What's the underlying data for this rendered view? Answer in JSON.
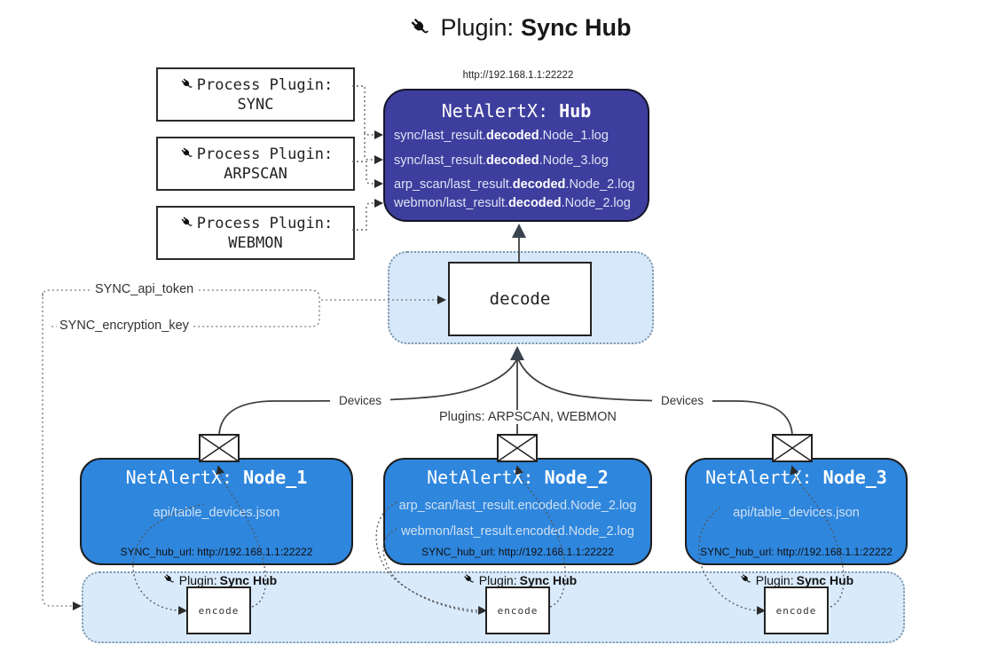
{
  "title": {
    "prefix": "Plugin: ",
    "name": "Sync Hub"
  },
  "icons": {
    "title_icon": "plug-icon",
    "process_plugin_icon": "plug-icon",
    "encoder_icon": "plug-icon",
    "node_message_icon": "envelope-icon"
  },
  "colors": {
    "hub_bg": "#3e3e9e",
    "node_bg": "#2e86dd",
    "container_bg": "#d9eafb",
    "container_border": "#7c96aa",
    "text_dark": "#222222",
    "text_light": "#ffffff",
    "node_file_text": "#cfe0f2"
  },
  "process_plugins": [
    {
      "label": "Process Plugin:",
      "name": "SYNC"
    },
    {
      "label": "Process Plugin:",
      "name": "ARPSCAN"
    },
    {
      "label": "Process Plugin:",
      "name": "WEBMON"
    }
  ],
  "hub": {
    "url_label": "http://192.168.1.1:22222",
    "title_prefix": "NetAlertX: ",
    "title_name": "Hub",
    "lines": [
      {
        "pre": "sync/last_result.",
        "bold": "decoded",
        "post": ".Node_1.log"
      },
      {
        "pre": "sync/last_result.",
        "bold": "decoded",
        "post": ".Node_3.log"
      },
      {
        "pre": "arp_scan/last_result.",
        "bold": "decoded",
        "post": ".Node_2.log"
      },
      {
        "pre": "webmon/last_result.",
        "bold": "decoded",
        "post": ".Node_2.log"
      }
    ]
  },
  "decode": {
    "label": "decode"
  },
  "tokens": {
    "api_token": "SYNC_api_token",
    "encryption_key": "SYNC_encryption_key"
  },
  "edges": {
    "devices_left": "Devices",
    "devices_right": "Devices",
    "plugins_center": "Plugins: ARPSCAN, WEBMON"
  },
  "nodes": [
    {
      "title_prefix": "NetAlertX: ",
      "title_name": "Node_1",
      "files": [
        "api/table_devices.json"
      ],
      "hub_url": "SYNC_hub_url: http://192.168.1.1:22222"
    },
    {
      "title_prefix": "NetAlertX: ",
      "title_name": "Node_2",
      "files": [
        "arp_scan/last_result.encoded.Node_2.log",
        "webmon/last_result.encoded.Node_2.log"
      ],
      "hub_url": "SYNC_hub_url: http://192.168.1.1:22222"
    },
    {
      "title_prefix": "NetAlertX: ",
      "title_name": "Node_3",
      "files": [
        "api/table_devices.json"
      ],
      "hub_url": "SYNC_hub_url: http://192.168.1.1:22222"
    }
  ],
  "encoders": [
    {
      "plugin_prefix": "Plugin: ",
      "plugin_name": "Sync Hub",
      "label": "encode"
    },
    {
      "plugin_prefix": "Plugin: ",
      "plugin_name": "Sync Hub",
      "label": "encode"
    },
    {
      "plugin_prefix": "Plugin: ",
      "plugin_name": "Sync Hub",
      "label": "encode"
    }
  ]
}
